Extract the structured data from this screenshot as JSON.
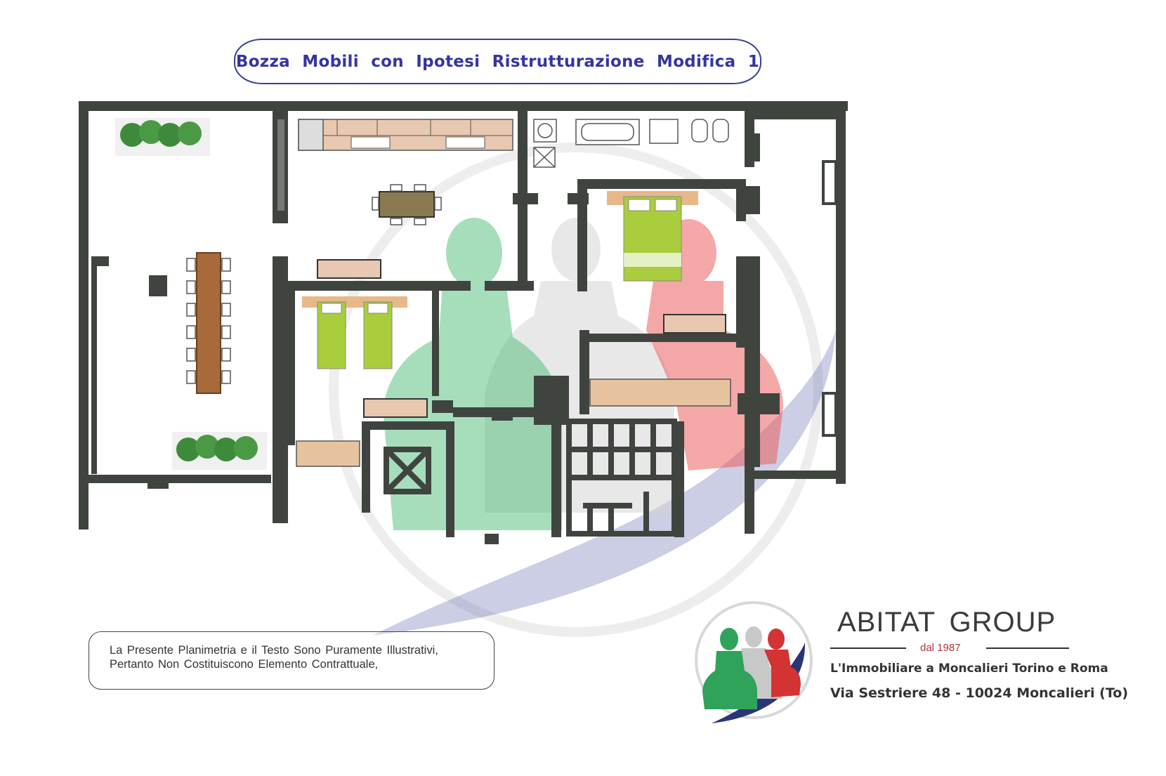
{
  "title": "Bozza  Mobili  con  Ipotesi  Ristrutturazione  Modifica  1",
  "disclaimer": {
    "line1": "La Presente Planimetria e il Testo Sono Puramente Illustrativi,",
    "line2": "Pertanto Non Costituiscono Elemento Contrattuale,"
  },
  "brand": {
    "name": "ABITAT  GROUP",
    "since": "dal 1987",
    "tagline": "L'Immobiliare a Moncalieri Torino e Roma",
    "address": "Via Sestriere 48 - 10024 Moncalieri (To)"
  },
  "colors": {
    "wall": "#3f443f",
    "green": "#2fa35a",
    "red": "#e23b3b",
    "grey": "#bdbdbd",
    "navy": "#2a3578",
    "wood": "#c08a5a",
    "bed": "#a9cd3c",
    "title": "#3535a0"
  },
  "icons": {
    "plants": "plant-icon",
    "bed": "bed-icon",
    "table": "table-icon",
    "bathtub": "bathtub-icon",
    "toilet": "toilet-icon",
    "sink": "sink-icon"
  }
}
